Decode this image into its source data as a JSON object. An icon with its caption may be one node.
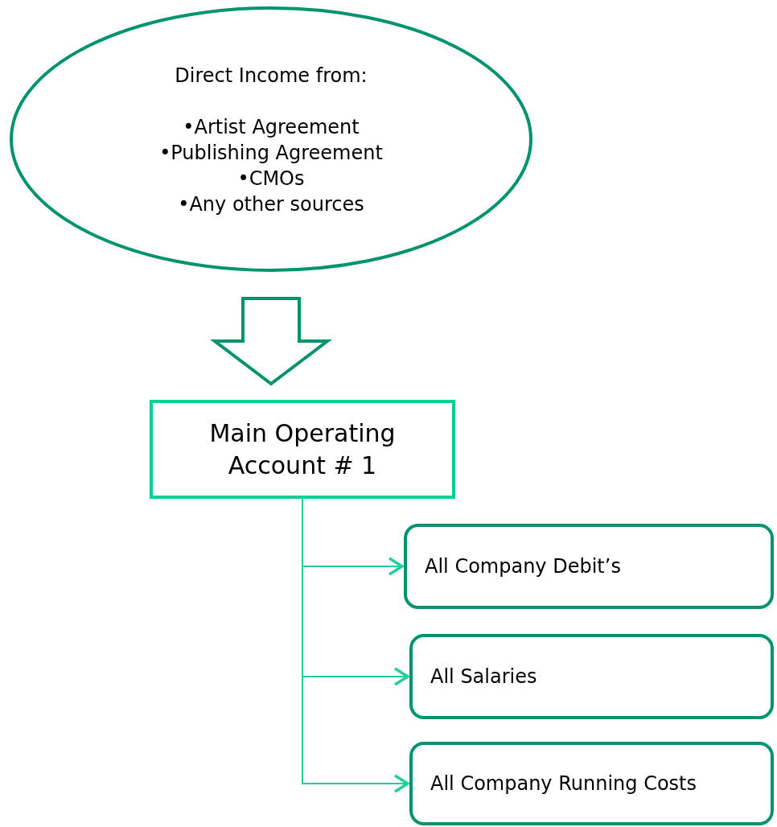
{
  "diagram": {
    "nodes": [
      {
        "text": [
          "Direct Income from:",
          "•Artist Agreement",
          "•Publishing Agreement",
          "•CMOs",
          "•Any other sources"
        ]
      },
      {
        "text": [
          "Main Operating Account # 1"
        ]
      },
      {
        "text": [
          "All Company Debit’s"
        ]
      },
      {
        "text": [
          "All Salaries"
        ]
      },
      {
        "text": [
          "All Company Running Costs"
        ]
      }
    ],
    "edges": [
      {
        "from": 0,
        "to": 1,
        "arrow": "to",
        "style": "thick",
        "color": "#00936e"
      },
      {
        "from": 1,
        "to": 2,
        "arrow": "to"
      },
      {
        "from": 1,
        "to": 3,
        "arrow": "to"
      },
      {
        "from": 1,
        "to": 4,
        "arrow": "to"
      }
    ]
  }
}
